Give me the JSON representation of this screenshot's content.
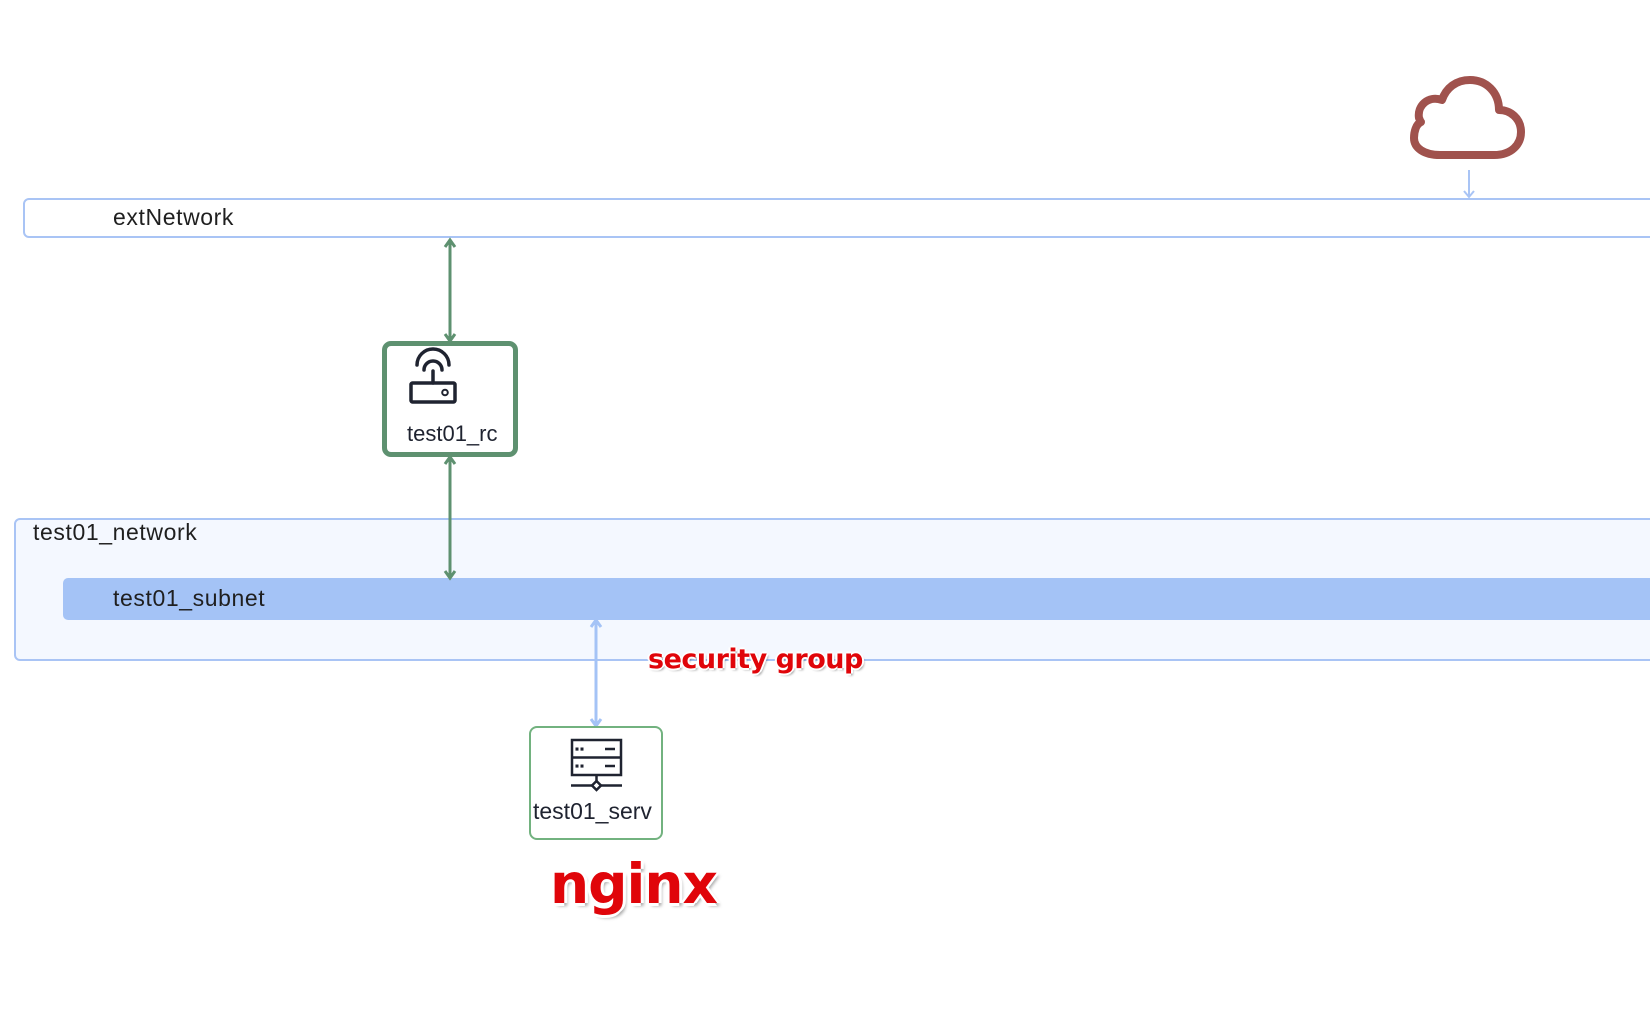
{
  "colors": {
    "network_border": "#a9c4f5",
    "subnet_fill": "#a4c3f6",
    "router_border": "#5e9170",
    "server_border": "#72b27f",
    "cloud": "#a0524d",
    "annotation": "#e0050a"
  },
  "internet": {
    "icon": "cloud-icon"
  },
  "ext_network": {
    "label": "extNetwork"
  },
  "router": {
    "label": "test01_rc",
    "icon": "router-icon"
  },
  "network": {
    "label": "test01_network"
  },
  "subnet": {
    "label": "test01_subnet"
  },
  "server": {
    "label": "test01_serv",
    "icon": "server-icon"
  },
  "annotations": {
    "security_group": "security group",
    "app": "nginx"
  }
}
